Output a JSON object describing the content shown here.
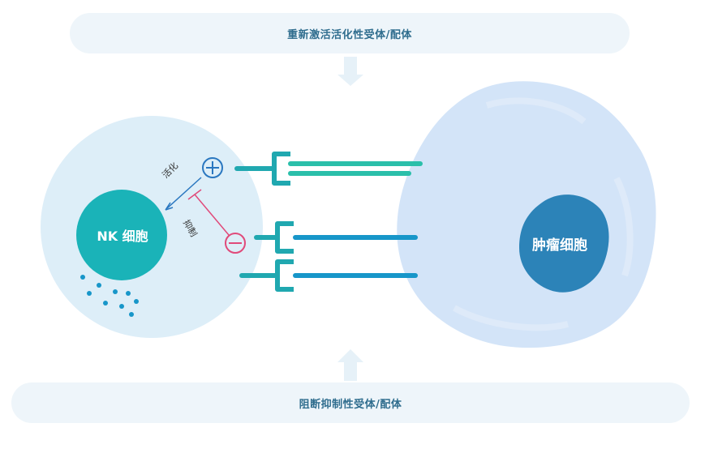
{
  "banners": {
    "top": "重新激活活化性受体/配体",
    "bottom": "阻断抑制性受体/配体"
  },
  "cells": {
    "nk": "NK 细胞",
    "tumor": "肿瘤细胞"
  },
  "signals": {
    "activate": "活化",
    "inhibit": "抑制"
  },
  "colors": {
    "nk_cell_bg": "#ddeef8",
    "nk_nucleus": "#1ab3b8",
    "tumor_cell_bg": "#d3e4f8",
    "tumor_nucleus": "#2c83b8",
    "activating_receptor": "#2bbfaa",
    "inhibitory_receptor": "#1796c9",
    "receptor_stem": "#20a8b0",
    "activate_sign": "#2a77c0",
    "inhibit_sign": "#e04a7a",
    "arrow": "#e6f1f8"
  }
}
